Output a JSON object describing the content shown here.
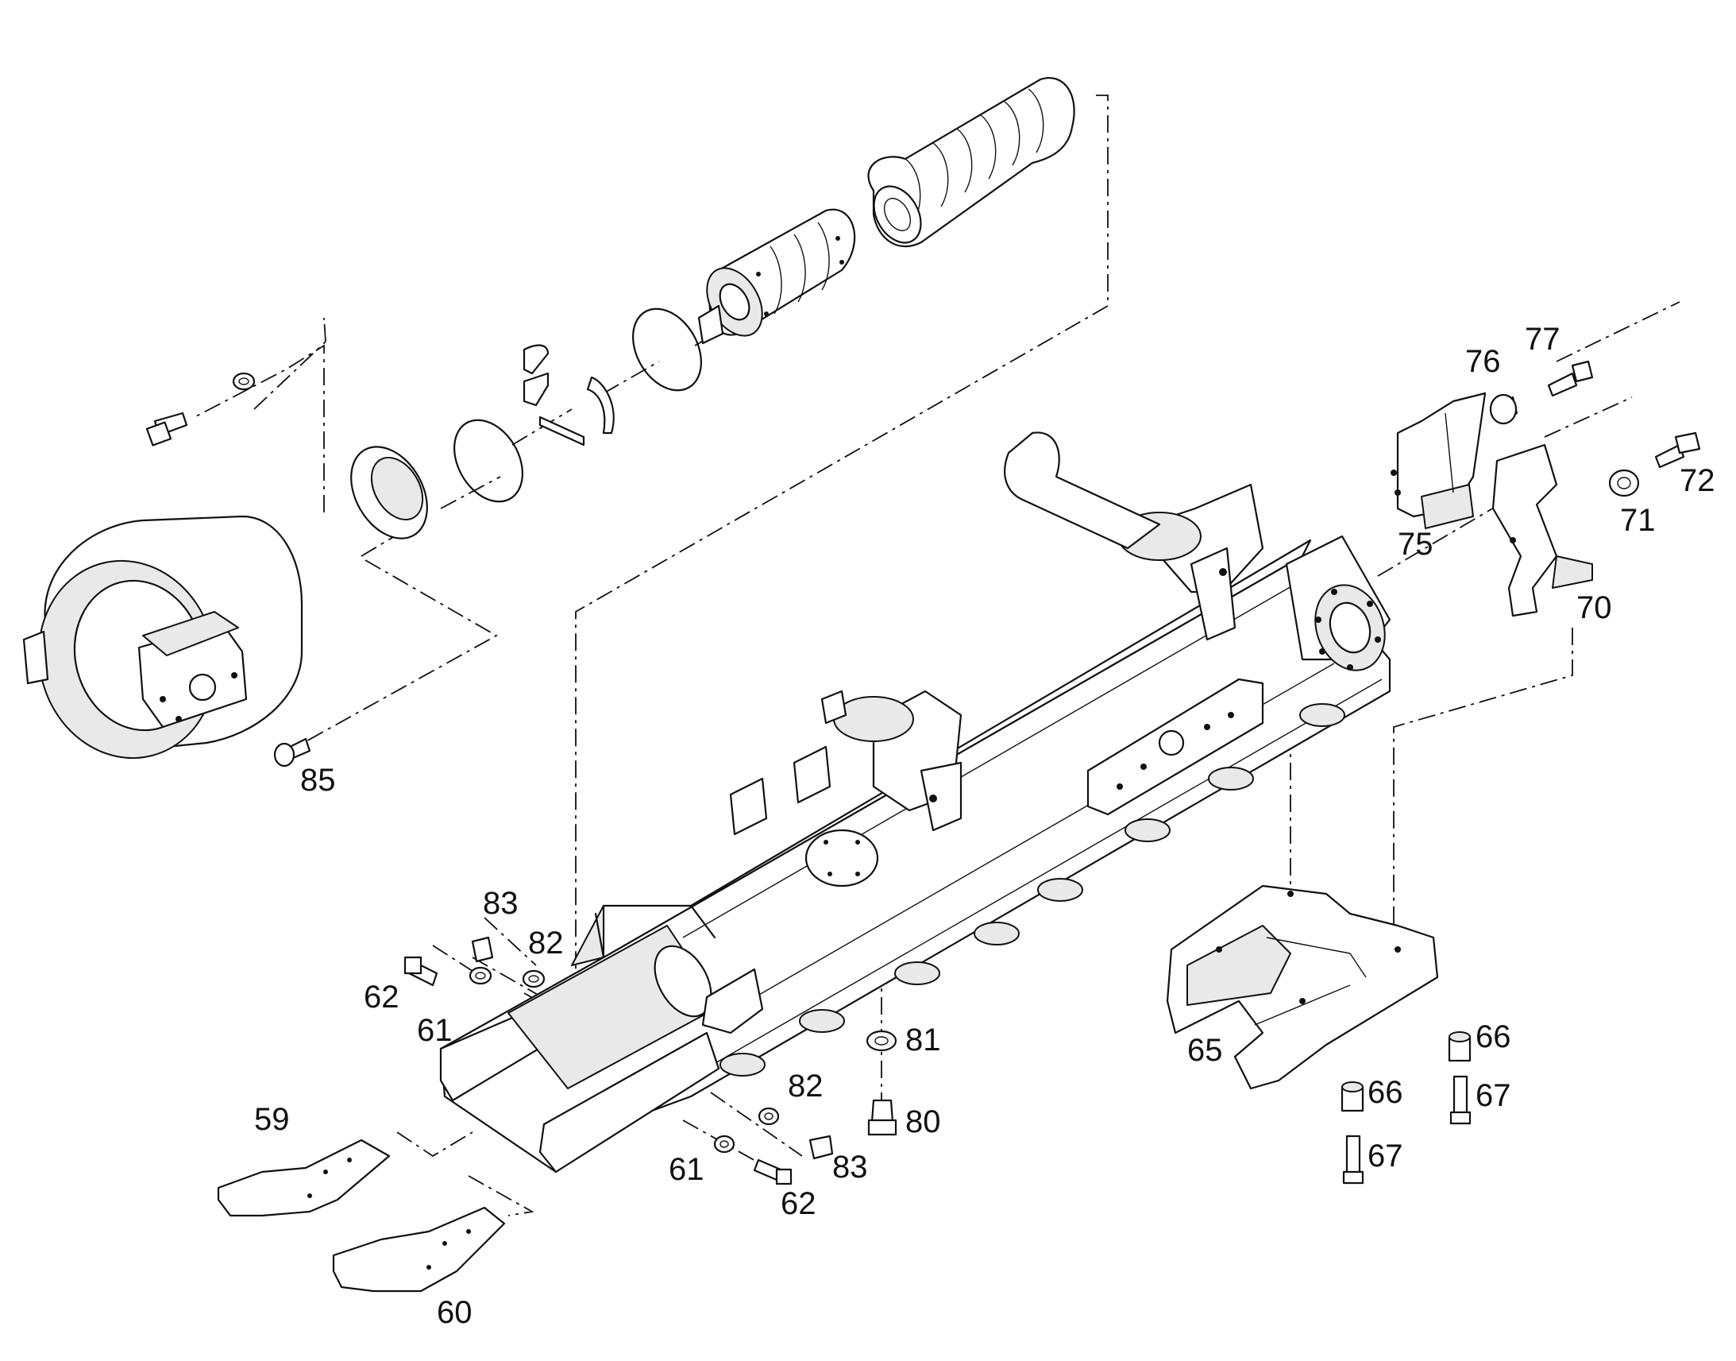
{
  "labels": {
    "p59": "59",
    "p60": "60",
    "p61a": "61",
    "p61b": "61",
    "p62a": "62",
    "p62b": "62",
    "p65": "65",
    "p66a": "66",
    "p66b": "66",
    "p67a": "67",
    "p67b": "67",
    "p70": "70",
    "p71": "71",
    "p72": "72",
    "p75": "75",
    "p76": "76",
    "p77": "77",
    "p80": "80",
    "p81": "81",
    "p82a": "82",
    "p82b": "82",
    "p83a": "83",
    "p83b": "83",
    "p85": "85"
  }
}
